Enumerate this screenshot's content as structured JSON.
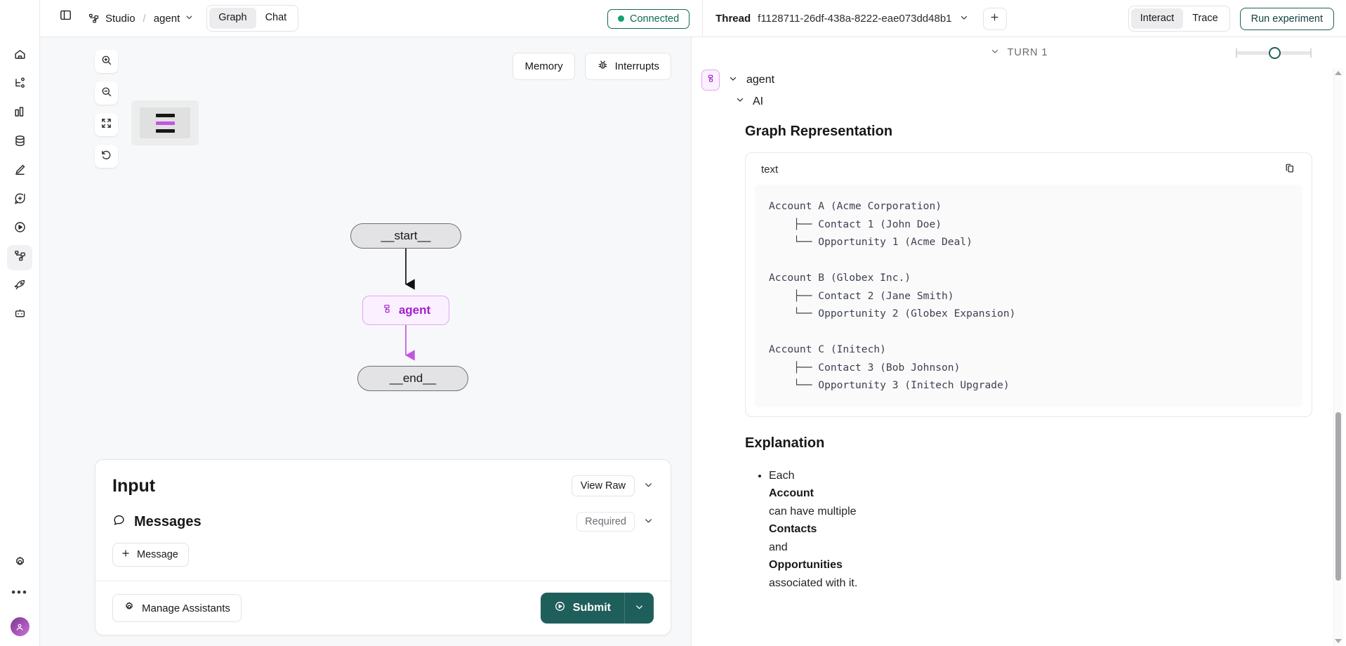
{
  "topbar": {
    "sidebar_toggle_icon": "panel-left-icon",
    "studio_icon": "graph-nodes-icon",
    "studio_label": "Studio",
    "separator": "/",
    "project_label": "agent",
    "project_caret_icon": "chevron-down-icon",
    "view_tabs": [
      {
        "label": "Graph",
        "active": true
      },
      {
        "label": "Chat",
        "active": false
      }
    ],
    "connection_status": "Connected",
    "thread_label": "Thread",
    "thread_id": "f1128711-26df-438a-8222-eae073dd48b1",
    "thread_caret_icon": "chevron-down-icon",
    "new_thread_icon": "plus-icon",
    "mode_tabs": [
      {
        "label": "Interact",
        "active": true
      },
      {
        "label": "Trace",
        "active": false
      }
    ],
    "run_experiment_label": "Run experiment"
  },
  "rail": {
    "items": [
      {
        "name": "home-icon",
        "active": false
      },
      {
        "name": "workflow-icon",
        "active": false
      },
      {
        "name": "bar-chart-icon",
        "active": false
      },
      {
        "name": "database-icon",
        "active": false
      },
      {
        "name": "pencil-icon",
        "active": false
      },
      {
        "name": "prompt-plus-icon",
        "active": false
      },
      {
        "name": "play-circle-icon",
        "active": false
      },
      {
        "name": "graph-nodes-icon",
        "active": true
      },
      {
        "name": "rocket-icon",
        "active": false
      },
      {
        "name": "robot-icon",
        "active": false
      }
    ],
    "bottom": [
      {
        "name": "gear-icon"
      },
      {
        "name": "more-horizontal-icon"
      },
      {
        "name": "avatar"
      }
    ]
  },
  "graph": {
    "zoom_in_icon": "zoom-in-icon",
    "zoom_out_icon": "zoom-out-icon",
    "fit_view_icon": "maximize-icon",
    "reset_icon": "undo-icon",
    "minimap_name": "minimap",
    "memory_label": "Memory",
    "interrupts_icon": "bug-icon",
    "interrupts_label": "Interrupts",
    "nodes": [
      {
        "id": "start",
        "label": "__start__",
        "type": "terminal"
      },
      {
        "id": "agent",
        "label": "agent",
        "type": "agent",
        "icon": "graph-nodes-icon"
      },
      {
        "id": "end",
        "label": "__end__",
        "type": "terminal"
      }
    ],
    "edges": [
      {
        "from": "start",
        "to": "agent",
        "color": "#111111"
      },
      {
        "from": "agent",
        "to": "end",
        "color": "#c156e0"
      }
    ]
  },
  "input_panel": {
    "title": "Input",
    "view_raw_label": "View Raw",
    "collapse_icon": "chevron-down-icon",
    "messages_icon": "chat-bubble-icon",
    "messages_label": "Messages",
    "required_label": "Required",
    "messages_caret_icon": "chevron-down-icon",
    "add_message_icon": "plus-icon",
    "add_message_label": "Message",
    "manage_icon": "gear-icon",
    "manage_label": "Manage Assistants",
    "submit_icon": "play-circle-icon",
    "submit_label": "Submit",
    "submit_caret_icon": "chevron-down-icon"
  },
  "thread_view": {
    "turn_caret_icon": "chevron-down-icon",
    "turn_label": "TURN 1",
    "slider_name": "turn-slider",
    "node_badge_icon": "graph-nodes-icon",
    "node_name": "agent",
    "node_caret_icon": "chevron-down-icon",
    "message_role": "AI",
    "message_caret_icon": "chevron-down-icon",
    "section_graph_title": "Graph Representation",
    "code_language": "text",
    "copy_icon": "copy-icon",
    "code_content": "Account A (Acme Corporation)\n    ├── Contact 1 (John Doe)\n    └── Opportunity 1 (Acme Deal)\n\nAccount B (Globex Inc.)\n    ├── Contact 2 (Jane Smith)\n    └── Opportunity 2 (Globex Expansion)\n\nAccount C (Initech)\n    ├── Contact 3 (Bob Johnson)\n    └── Opportunity 3 (Initech Upgrade)",
    "section_explanation_title": "Explanation",
    "explanation_bullet": {
      "t1": "Each",
      "b1": "Account",
      "t2": " can have multiple",
      "b2": "Contacts",
      "t3": " and",
      "b3": "Opportunities",
      "t4": " associated with it."
    }
  },
  "colors": {
    "accent_teal": "#1f5f5b",
    "accent_purple": "#a11fd0",
    "status_green": "#12a06e"
  }
}
